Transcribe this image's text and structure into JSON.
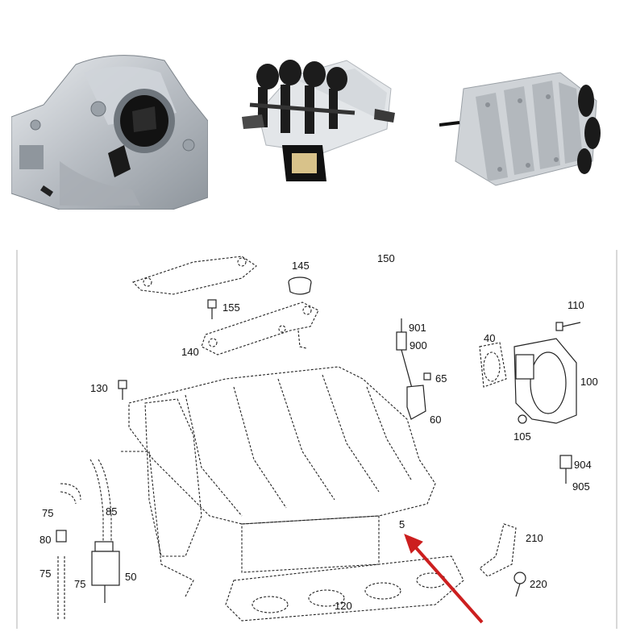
{
  "photos": [
    {
      "name": "throttle-housing-photo"
    },
    {
      "name": "runner-actuator-photo"
    },
    {
      "name": "manifold-top-photo"
    }
  ],
  "diagram": {
    "callouts": [
      "150",
      "145",
      "155",
      "140",
      "901",
      "900",
      "110",
      "40",
      "100",
      "130",
      "65",
      "60",
      "105",
      "904",
      "905",
      "75",
      "85",
      "80",
      "75",
      "75",
      "50",
      "5",
      "210",
      "220",
      "120"
    ],
    "accent_color": "#cc1f1f"
  }
}
